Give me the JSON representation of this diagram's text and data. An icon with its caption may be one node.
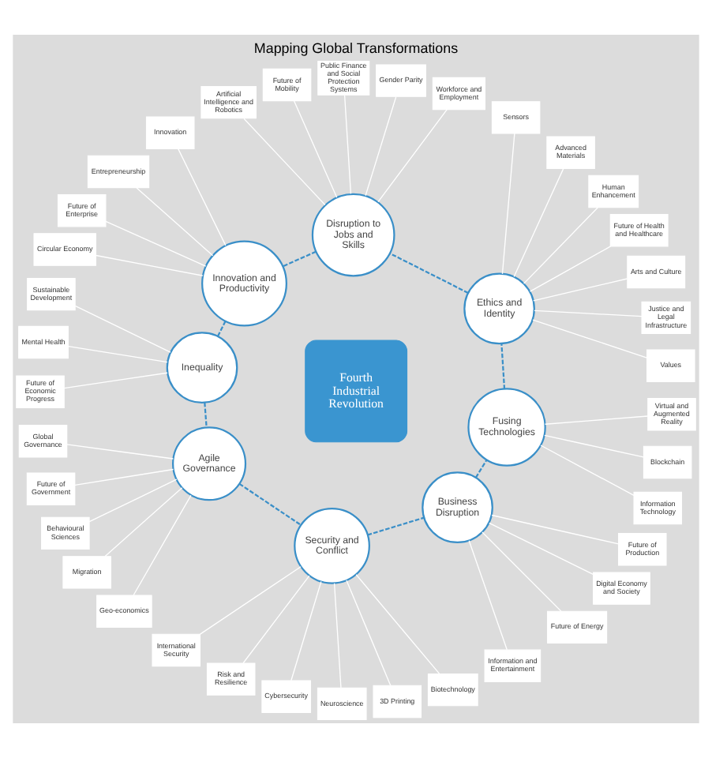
{
  "diagram": {
    "title": "Mapping Global Transformations",
    "nodes": [
      {
        "text": [
          "Fourth Industrial Revolution"
        ]
      },
      {
        "text": [
          "Ethics and Identity"
        ]
      },
      {
        "text": [
          "Disruption to Jobs and Skills"
        ]
      },
      {
        "text": [
          "Innovation and Productivity"
        ]
      },
      {
        "text": [
          "Inequality"
        ]
      },
      {
        "text": [
          "Agile Governance"
        ]
      },
      {
        "text": [
          "Security and Conflict"
        ]
      },
      {
        "text": [
          "Business Disruption"
        ]
      },
      {
        "text": [
          "Fusing Technologies"
        ]
      },
      {
        "text": [
          "Values"
        ]
      },
      {
        "text": [
          "Justice and Legal Infrastructure"
        ]
      },
      {
        "text": [
          "Arts and Culture"
        ]
      },
      {
        "text": [
          "Future of Health and Healthcare"
        ]
      },
      {
        "text": [
          "Human Enhancement"
        ]
      },
      {
        "text": [
          "Workforce and Employment"
        ]
      },
      {
        "text": [
          "Gender Parity"
        ]
      },
      {
        "text": [
          "Public Finance and Social Protection Systems"
        ]
      },
      {
        "text": [
          "Future of Mobility"
        ]
      },
      {
        "text": [
          "Artificial Intelligence and Robotics"
        ]
      },
      {
        "text": [
          "Innovation"
        ]
      },
      {
        "text": [
          "Entrepreneurship"
        ]
      },
      {
        "text": [
          "Future of Enterprise"
        ]
      },
      {
        "text": [
          "Circular Economy"
        ]
      },
      {
        "text": [
          "Sustainable Development"
        ]
      },
      {
        "text": [
          "Mental Health"
        ]
      },
      {
        "text": [
          "Future of Economic Progress"
        ]
      },
      {
        "text": [
          "Global Governance"
        ]
      },
      {
        "text": [
          "Future of Government"
        ]
      },
      {
        "text": [
          "Behavioural Sciences"
        ]
      },
      {
        "text": [
          "Migration"
        ]
      },
      {
        "text": [
          "Geo-economics"
        ]
      },
      {
        "text": [
          "International Security"
        ]
      },
      {
        "text": [
          "Risk and Resilience"
        ]
      },
      {
        "text": [
          "Cybersecurity"
        ]
      },
      {
        "text": [
          "Neuroscience"
        ]
      },
      {
        "text": [
          "3D Printing"
        ]
      },
      {
        "text": [
          "Biotechnology"
        ]
      },
      {
        "text": [
          "Information and Entertainment"
        ]
      },
      {
        "text": [
          "Future of Energy"
        ]
      },
      {
        "text": [
          "Digital Economy and Society"
        ]
      },
      {
        "text": [
          "Future of Production"
        ]
      },
      {
        "text": [
          "Information Technology"
        ]
      },
      {
        "text": [
          "Blockchain"
        ]
      },
      {
        "text": [
          "Virtual and Augmented Reality"
        ]
      },
      {
        "text": [
          "Advanced Materials"
        ]
      },
      {
        "text": [
          "Sensors"
        ]
      }
    ],
    "edges": [
      {
        "from": 1,
        "to": 2,
        "arrow": "none",
        "style": "dashed",
        "color": "#3a8fc8"
      },
      {
        "from": 2,
        "to": 3,
        "arrow": "none",
        "style": "dashed",
        "color": "#3a8fc8"
      },
      {
        "from": 3,
        "to": 4,
        "arrow": "none",
        "style": "dashed",
        "color": "#3a8fc8"
      },
      {
        "from": 4,
        "to": 5,
        "arrow": "none",
        "style": "dashed",
        "color": "#3a8fc8"
      },
      {
        "from": 5,
        "to": 6,
        "arrow": "none",
        "style": "dashed",
        "color": "#3a8fc8"
      },
      {
        "from": 6,
        "to": 7,
        "arrow": "none",
        "style": "dashed",
        "color": "#3a8fc8"
      },
      {
        "from": 7,
        "to": 8,
        "arrow": "none",
        "style": "dashed",
        "color": "#3a8fc8"
      },
      {
        "from": 8,
        "to": 1,
        "arrow": "none",
        "style": "dashed",
        "color": "#3a8fc8"
      },
      {
        "from": 1,
        "to": 9,
        "arrow": "none"
      },
      {
        "from": 1,
        "to": 10,
        "arrow": "none"
      },
      {
        "from": 1,
        "to": 11,
        "arrow": "none"
      },
      {
        "from": 1,
        "to": 12,
        "arrow": "none"
      },
      {
        "from": 1,
        "to": 13,
        "arrow": "none"
      },
      {
        "from": 2,
        "to": 14,
        "arrow": "none"
      },
      {
        "from": 2,
        "to": 15,
        "arrow": "none"
      },
      {
        "from": 2,
        "to": 16,
        "arrow": "none"
      },
      {
        "from": 2,
        "to": 17,
        "arrow": "none"
      },
      {
        "from": 2,
        "to": 18,
        "arrow": "none"
      },
      {
        "from": 3,
        "to": 19,
        "arrow": "none"
      },
      {
        "from": 3,
        "to": 20,
        "arrow": "none"
      },
      {
        "from": 3,
        "to": 21,
        "arrow": "none"
      },
      {
        "from": 3,
        "to": 22,
        "arrow": "none"
      },
      {
        "from": 4,
        "to": 23,
        "arrow": "none"
      },
      {
        "from": 4,
        "to": 24,
        "arrow": "none"
      },
      {
        "from": 4,
        "to": 25,
        "arrow": "none"
      },
      {
        "from": 5,
        "to": 26,
        "arrow": "none"
      },
      {
        "from": 5,
        "to": 27,
        "arrow": "none"
      },
      {
        "from": 5,
        "to": 28,
        "arrow": "none"
      },
      {
        "from": 5,
        "to": 29,
        "arrow": "none"
      },
      {
        "from": 5,
        "to": 30,
        "arrow": "none"
      },
      {
        "from": 6,
        "to": 31,
        "arrow": "none"
      },
      {
        "from": 6,
        "to": 32,
        "arrow": "none"
      },
      {
        "from": 6,
        "to": 33,
        "arrow": "none"
      },
      {
        "from": 6,
        "to": 34,
        "arrow": "none"
      },
      {
        "from": 6,
        "to": 35,
        "arrow": "none"
      },
      {
        "from": 6,
        "to": 36,
        "arrow": "none"
      },
      {
        "from": 7,
        "to": 37,
        "arrow": "none"
      },
      {
        "from": 7,
        "to": 38,
        "arrow": "none"
      },
      {
        "from": 7,
        "to": 39,
        "arrow": "none"
      },
      {
        "from": 7,
        "to": 40,
        "arrow": "none"
      },
      {
        "from": 8,
        "to": 41,
        "arrow": "none"
      },
      {
        "from": 8,
        "to": 42,
        "arrow": "none"
      },
      {
        "from": 8,
        "to": 43,
        "arrow": "none"
      },
      {
        "from": 1,
        "to": 44,
        "arrow": "none"
      },
      {
        "from": 1,
        "to": 45,
        "arrow": "none"
      }
    ]
  }
}
